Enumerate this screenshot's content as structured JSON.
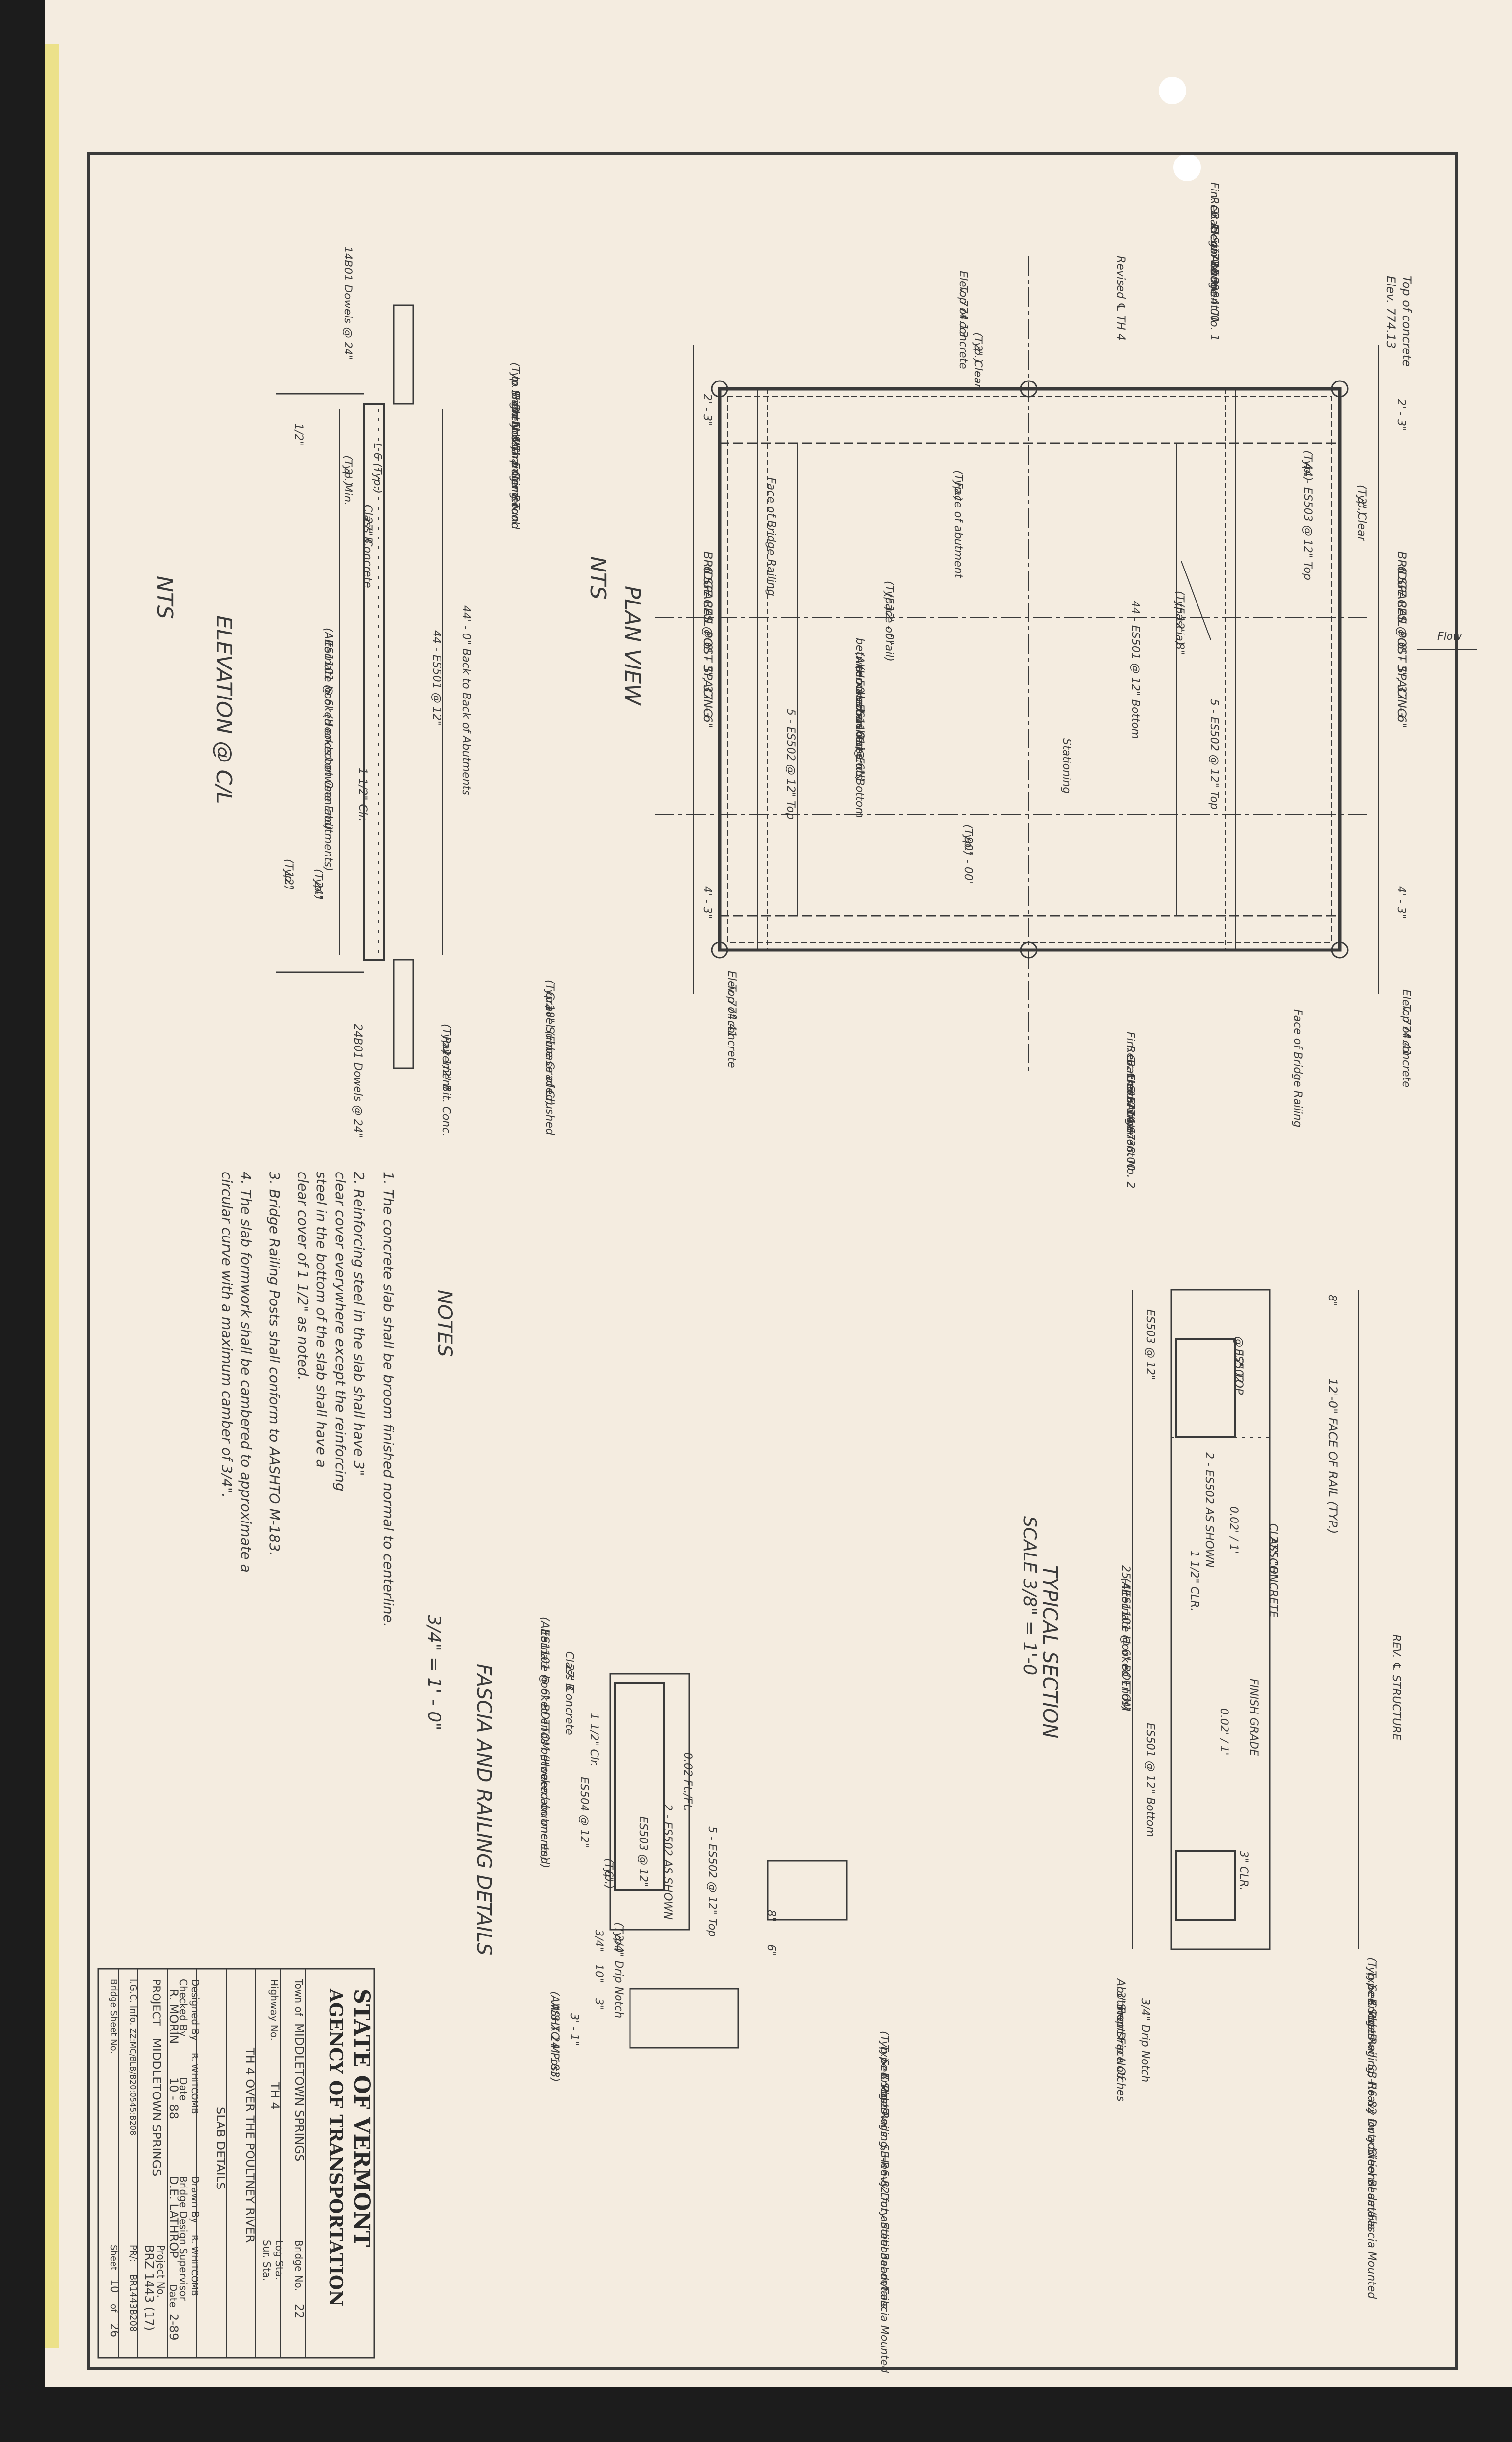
{
  "plan_view": {
    "title": "PLAN VIEW",
    "scale": "NTS",
    "flow": "Flow",
    "top_of_concrete_1": "Top of concrete",
    "elev_1": "Elev. 774.13",
    "top_of_concrete_2": "Top of concrete",
    "elev_2": "Elev. 774.13",
    "top_of_concrete_3": "Top of concrete",
    "elev_3": "Elev. 774.41",
    "top_of_concrete_4": "Top of concrete",
    "elev_4": "Elev. 774.41",
    "begin_bridge": [
      "Begin Bridge",
      "Back of Abutment No. 1",
      "Rev. ℄ Sta. 13 + 94.00",
      "Fin. Gr. Elev. 774.39"
    ],
    "end_bridge": [
      "End Bridge",
      "Back of Abutment No. 2",
      "Rev. ℄ Sta. 14 + 38.00",
      "Fin. Gr. Elev. 774.67"
    ],
    "revised_cl": "Revised ℄ TH 4",
    "spacing_top": [
      "6 SPACES @ 6' - 3\", 37' - 6\"",
      "BRIDGE RAIL POST SPACING"
    ],
    "spacing_bot": [
      "6 SPACES @ 6' - 3\", 37' - 6\"",
      "BRIDGE RAIL POST SPACING"
    ],
    "dim_2_3_a": "2' - 3\"",
    "dim_2_3_b": "2' - 3\"",
    "dim_4_3_a": "4' - 3\"",
    "dim_4_3_b": "4' - 3\"",
    "clear_3_a": [
      "3\" Clear",
      "(Typ.)"
    ],
    "clear_3_b": [
      "3\" Clear",
      "(Typ.)"
    ],
    "bar_es503": [
      "44 - ES503 @ 12\" Top",
      "(Typ.)"
    ],
    "fascia": [
      "12' - 8\"",
      "(Fascia)",
      "(Typ.)"
    ],
    "face_rail": [
      "12' - 0\"",
      "(Face of rail)",
      "(Typ.)"
    ],
    "bar_es501": "44 - ES501 @ 12\" Bottom",
    "bar_es1101": [
      "50 - ES1101 @ 6\" Bottom",
      "(Hooked on One End)",
      "(Alternate hooked ends",
      "between abutments)"
    ],
    "bar_es502_a": "5 - ES502 @ 12\" Top",
    "bar_es502_b": "5 - ES502 @ 12\" Top",
    "face_abut": [
      "Face of abutment",
      "(Typ.)"
    ],
    "face_rail_label": "Face of Bridge Railing",
    "face_rail_label_2": "Face of Bridge Railing",
    "stationing": "Stationing",
    "skew": [
      "90° - 00'",
      "(Typ.)"
    ]
  },
  "elevation": {
    "title": "ELEVATION @ C/L",
    "scale": "NTS",
    "dowels_left": "14B01 Dowels @ 24\"",
    "dowels_right": "24B01 Dowels @ 24\"",
    "do_not": [
      "Do Not Chamfer Round",
      "Slightly With Edging Tool",
      "to Prevent Sharp Corner",
      "(Typ. Both Ends)"
    ],
    "l6": "L 6 (Typ.)",
    "min3": [
      "3\" Min.",
      "(Typ.)"
    ],
    "conc27": [
      "27\" Concrete",
      "Class B"
    ],
    "back_to_back": "44' - 0\"  Back to Back of Abutments",
    "es501": "44 - ES501 @ 12\"",
    "es1101": [
      "ES1101 @ 6\"  (Hooked on One End)",
      "(Alternate hooked ends between abutments)"
    ],
    "clr": "1 1/2\" Clr.",
    "d24": [
      "24\"",
      "(Typ.)"
    ],
    "d12": [
      "12\"",
      "(Typ.)"
    ],
    "half": "1/2\"",
    "subbase": [
      "18\" Subbase of Crushed",
      "Gravel (Fine Graded)",
      "(Typ.)"
    ],
    "pavement": [
      "2 1/2\" Bit. Conc.",
      "Pavement",
      "(Typ.)"
    ]
  },
  "typical_section": {
    "title": "TYPICAL SECTION",
    "scale": "SCALE  3/8\" = 1'-0",
    "rev_cl": "REV. ℄ STRUCTURE",
    "rail_note": [
      "Bridge Railing, Heavy Duty Steel Beam/Fascia Mounted",
      "See Std. Dwg. SB-R6-82 for additional details",
      "Type C Posts",
      "(Typ.)"
    ],
    "face_of_rail": "12'-0\" FACE OF RAIL (TYP.)",
    "d8": "8\"",
    "es502": [
      "ES502",
      "@ 12\" TOP"
    ],
    "es503": "ES503 @ 12\"",
    "conc": [
      "27\" CONCRETE",
      "CLASS \"B\""
    ],
    "slope_a": "0.02' / 1'",
    "slope_b": "0.02' / 1'",
    "clr_a": "1 1/2\" CLR.",
    "clr_b": "3\" CLR.",
    "es502b": "2 - ES502 AS SHOWN",
    "es1101": [
      "ES1101 @ 6\" BOTTOM",
      "(Alternate Hooked Ends)",
      "25-4"
    ],
    "finish": "FINISH GRADE",
    "es501": "ES501 @ 12\" Bottom",
    "drip": "3/4\" Drip Notch",
    "stop": [
      "Stop Drip Notches",
      "3\" From Face Of",
      "Abutments"
    ]
  },
  "fascia": {
    "title": "FASCIA AND RAILING DETAILS",
    "scale": "3/4\" = 1' - 0\"",
    "conc": [
      "27\" Concrete",
      "Class B"
    ],
    "es502": "5 - ES502 @ 12\" Top",
    "slope": "0.02 Ft./Ft.",
    "es503": [
      "ES503 @ 12\"",
      "2 - ES502 AS SHOWN"
    ],
    "clr": "1 1/2\" Clr.",
    "es504": "ES504 @ 12\"",
    "six": [
      "6\"",
      "(Typ.)"
    ],
    "es1101": [
      "ES1101 @ 6\" BOTTOM (Hooked on one end)",
      "(Alternate hooked ends between abutments)"
    ],
    "drip": [
      "3/4\" Drip Notch",
      "(Typ.)"
    ],
    "d10": "10\"",
    "d3": "3\"",
    "d34": "3/4\"",
    "d8": "8\"",
    "d6": "6\"",
    "post_w": "3' - 1\"",
    "post": [
      "W8 X 24 Post",
      "(AASHTO M-183)"
    ],
    "rail": [
      "Bridge Railing, Heavy Duty Steel Beam/Fascia Mounted",
      "See Std. Dwgs. SB-R6-82 for additional details",
      "Type C Posts",
      "(Typ.)"
    ]
  },
  "notes": {
    "title": "NOTES",
    "items": [
      "1. The concrete slab shall be broom finished normal to centerline.",
      "2. Reinforcing steel in the slab shall have 3\"",
      "    clear cover everywhere except the reinforcing",
      "    steel in the bottom of the slab shall have a",
      "    clear cover of 1 1/2\" as noted.",
      "3. Bridge Railing Posts shall conform to AASHTO M-183.",
      "4. The slab formwork shall be cambered to approximate a",
      "    circular curve with a maximum camber of 3/4\"."
    ]
  },
  "title_block": {
    "agency_1": "STATE OF VERMONT",
    "agency_2": "AGENCY OF TRANSPORTATION",
    "town_label": "Town of",
    "town": "MIDDLETOWN SPRINGS",
    "bridge_no_label": "Bridge No.",
    "bridge_no": "22",
    "highway_label": "Highway No.",
    "highway": "TH 4",
    "log_sta": "Log Sta.",
    "sur_sta": "Sur. Sta.",
    "crossing": "TH 4 OVER THE POULTNEY RIVER",
    "sheet_title": "SLAB DETAILS",
    "designed_label": "Designed By",
    "designed": "R. WHITCOMB",
    "drawn_label": "Drawn By",
    "drawn": "R. WHITCOMB",
    "checked_label": "Checked By",
    "checked": "R. MORIN",
    "date_label": "Date",
    "date": "10 - 88",
    "supervisor_label": "Bridge Design Supervisor",
    "supervisor": "D.E. LATHROP",
    "date2_label": "Date",
    "date2": "2-89",
    "project_label": "PROJECT",
    "project": "MIDDLETOWN SPRINGS",
    "project_no_label": "Project No.",
    "project_no": "BRZ 1443 (17)",
    "igc_label": "I.G.C. Info.",
    "igc": "ZZ:MC/BLB/B20:0545:B208",
    "pr_label": "PR/:",
    "pr": "BR1443B208",
    "bridge_sheet_label": "Bridge Sheet No.",
    "sheet_label": "Sheet",
    "sheet": "10",
    "of_label": "of",
    "of": "26"
  }
}
